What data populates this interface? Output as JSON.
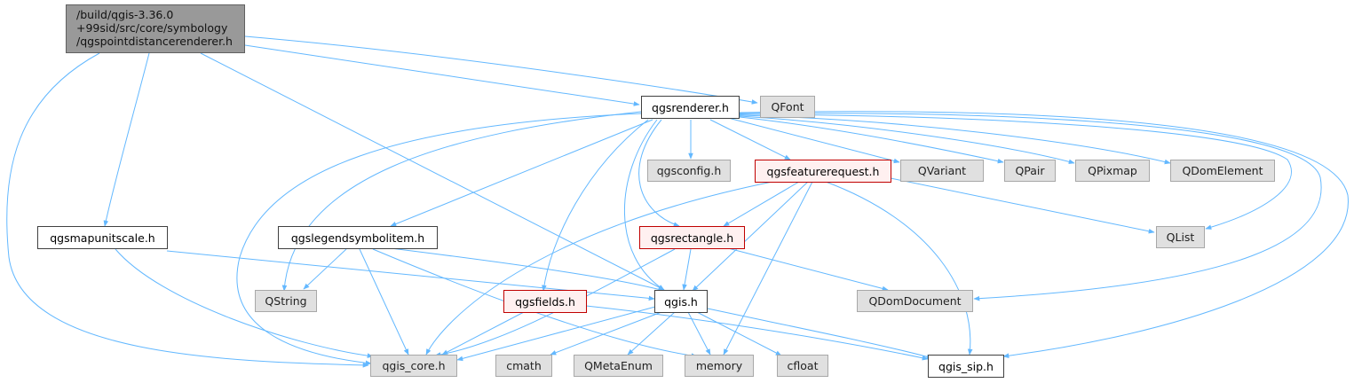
{
  "edge_color": "#63b8ff",
  "root": {
    "lines": [
      "/build/qgis-3.36.0",
      "+99sid/src/core/symbology",
      "/qgspointdistancerenderer.h"
    ]
  },
  "nodes": {
    "qgsrenderer": "qgsrenderer.h",
    "qfont": "QFont",
    "qgsconfig": "qgsconfig.h",
    "qgsfeaturerequest": "qgsfeaturerequest.h",
    "qvariant": "QVariant",
    "qpair": "QPair",
    "qpixmap": "QPixmap",
    "qdomelement": "QDomElement",
    "qgsmapunitscale": "qgsmapunitscale.h",
    "qgslegendsymbolitem": "qgslegendsymbolitem.h",
    "qgsrectangle": "qgsrectangle.h",
    "qlist": "QList",
    "qstring": "QString",
    "qgsfields": "qgsfields.h",
    "qgis": "qgis.h",
    "qdomdocument": "QDomDocument",
    "qgis_core": "qgis_core.h",
    "cmath": "cmath",
    "qmetaenum": "QMetaEnum",
    "memory": "memory",
    "cfloat": "cfloat",
    "qgis_sip": "qgis_sip.h"
  }
}
